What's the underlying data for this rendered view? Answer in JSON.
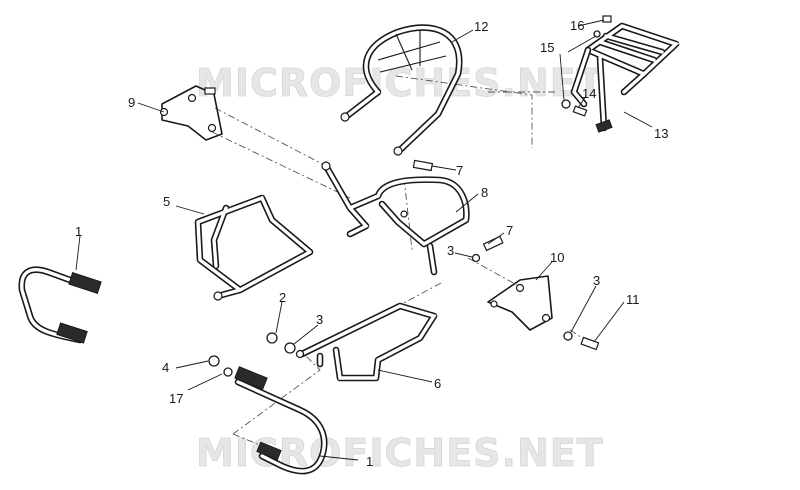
{
  "watermark": {
    "text": "MICROFICHES.NET",
    "color": "#e6e6e6"
  },
  "callouts": [
    {
      "id": "c1a",
      "label": "1"
    },
    {
      "id": "c1b",
      "label": "1"
    },
    {
      "id": "c2",
      "label": "2"
    },
    {
      "id": "c3a",
      "label": "3"
    },
    {
      "id": "c3b",
      "label": "3"
    },
    {
      "id": "c3c",
      "label": "3"
    },
    {
      "id": "c4",
      "label": "4"
    },
    {
      "id": "c5",
      "label": "5"
    },
    {
      "id": "c6",
      "label": "6"
    },
    {
      "id": "c7a",
      "label": "7"
    },
    {
      "id": "c7b",
      "label": "7"
    },
    {
      "id": "c8",
      "label": "8"
    },
    {
      "id": "c9",
      "label": "9"
    },
    {
      "id": "c10",
      "label": "10"
    },
    {
      "id": "c11",
      "label": "11"
    },
    {
      "id": "c12",
      "label": "12"
    },
    {
      "id": "c13",
      "label": "13"
    },
    {
      "id": "c14",
      "label": "14"
    },
    {
      "id": "c15",
      "label": "15"
    },
    {
      "id": "c16",
      "label": "16"
    },
    {
      "id": "c17",
      "label": "17"
    }
  ]
}
